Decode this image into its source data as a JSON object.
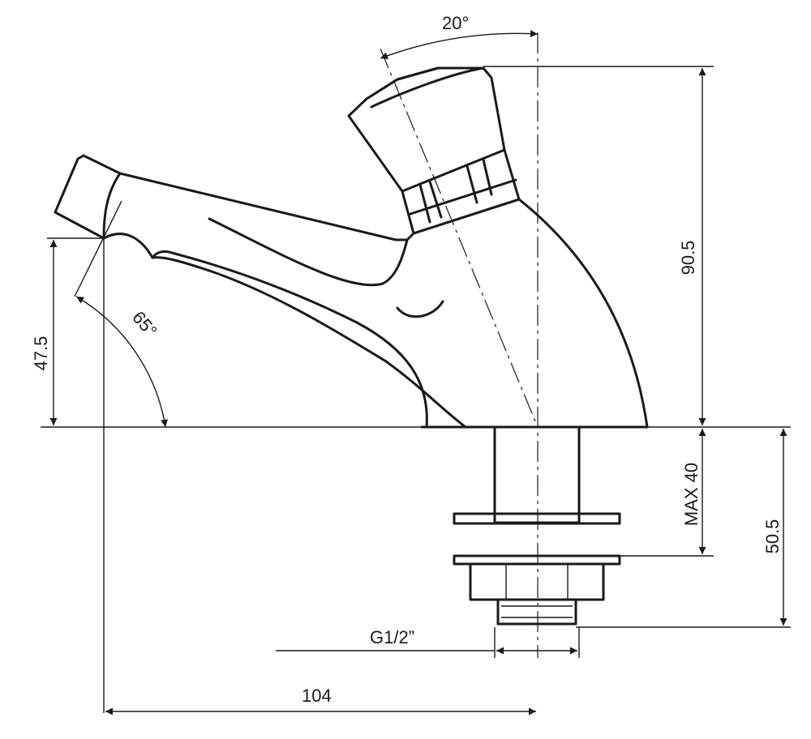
{
  "drawing": {
    "dimensions": {
      "spout_angle": "65°",
      "button_tilt": "20°",
      "outlet_height": "47.5",
      "body_height": "90.5",
      "max_deck_thickness": "MAX 40",
      "shank_length": "50.5",
      "thread": "G1/2”",
      "projection": "104"
    },
    "colors": {
      "line": "#1a1a1a",
      "background": "#ffffff"
    }
  }
}
